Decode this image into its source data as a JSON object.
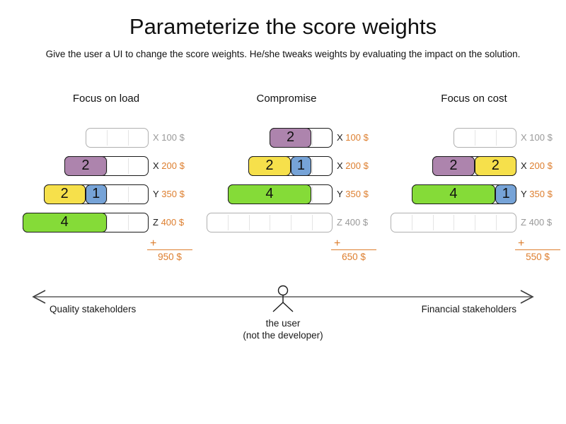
{
  "title": "Parameterize the score weights",
  "subtitle": "Give the user a UI to change the score weights. He/she tweaks weights by evaluating the impact on the solution.",
  "plus_label": "+",
  "colors": {
    "purple": "#ad84ad",
    "yellow": "#f6e04b",
    "blue": "#76a3d7",
    "green": "#85db38",
    "orange": "#dd7e2e",
    "inactive_label": "#999999",
    "label_dark": "#1a1a1a"
  },
  "panels": [
    {
      "title": "Focus on load",
      "sum": "950 $",
      "rows": [
        {
          "capacity": 3,
          "label": "X",
          "price": "100 $",
          "active": false,
          "blocks": []
        },
        {
          "capacity": 4,
          "label": "X",
          "price": "200 $",
          "active": true,
          "blocks": [
            {
              "value": "2",
              "size": 2,
              "color": "purple"
            }
          ]
        },
        {
          "capacity": 5,
          "label": "Y",
          "price": "350 $",
          "active": true,
          "blocks": [
            {
              "value": "2",
              "size": 2,
              "color": "yellow"
            },
            {
              "value": "1",
              "size": 1,
              "color": "blue"
            }
          ]
        },
        {
          "capacity": 6,
          "label": "Z",
          "price": "400 $",
          "active": true,
          "blocks": [
            {
              "value": "4",
              "size": 4,
              "color": "green"
            }
          ]
        }
      ]
    },
    {
      "title": "Compromise",
      "sum": "650 $",
      "rows": [
        {
          "capacity": 3,
          "label": "X",
          "price": "100 $",
          "active": true,
          "blocks": [
            {
              "value": "2",
              "size": 2,
              "color": "purple"
            }
          ]
        },
        {
          "capacity": 4,
          "label": "X",
          "price": "200 $",
          "active": true,
          "blocks": [
            {
              "value": "2",
              "size": 2,
              "color": "yellow"
            },
            {
              "value": "1",
              "size": 1,
              "color": "blue"
            }
          ]
        },
        {
          "capacity": 5,
          "label": "Y",
          "price": "350 $",
          "active": true,
          "blocks": [
            {
              "value": "4",
              "size": 4,
              "color": "green"
            }
          ]
        },
        {
          "capacity": 6,
          "label": "Z",
          "price": "400 $",
          "active": false,
          "blocks": []
        }
      ]
    },
    {
      "title": "Focus on cost",
      "sum": "550 $",
      "rows": [
        {
          "capacity": 3,
          "label": "X",
          "price": "100 $",
          "active": false,
          "blocks": []
        },
        {
          "capacity": 4,
          "label": "X",
          "price": "200 $",
          "active": true,
          "blocks": [
            {
              "value": "2",
              "size": 2,
              "color": "purple"
            },
            {
              "value": "2",
              "size": 2,
              "color": "yellow"
            }
          ]
        },
        {
          "capacity": 5,
          "label": "Y",
          "price": "350 $",
          "active": true,
          "blocks": [
            {
              "value": "4",
              "size": 4,
              "color": "green"
            },
            {
              "value": "1",
              "size": 1,
              "color": "blue"
            }
          ]
        },
        {
          "capacity": 6,
          "label": "Z",
          "price": "400 $",
          "active": false,
          "blocks": []
        }
      ]
    }
  ],
  "axis": {
    "left_label": "Quality stakeholders",
    "right_label": "Financial stakeholders",
    "center_label_line1": "the user",
    "center_label_line2": "(not the developer)"
  }
}
